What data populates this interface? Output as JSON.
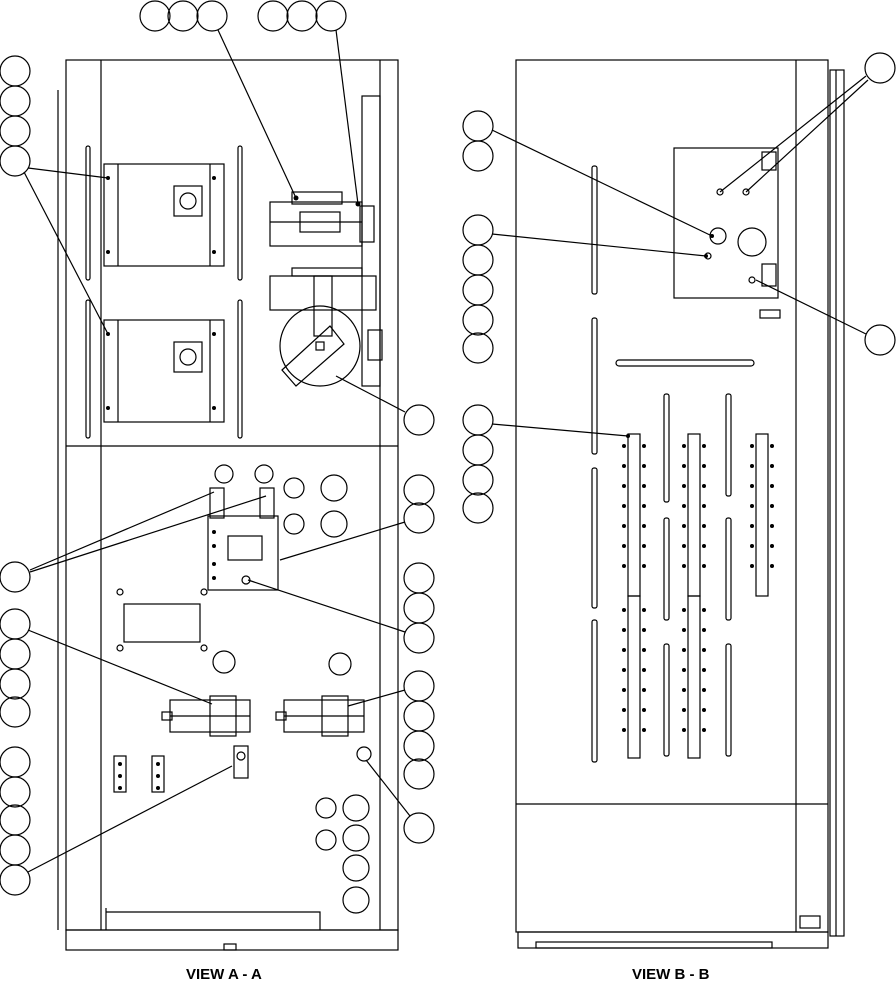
{
  "views": [
    {
      "id": "a",
      "label": "VIEW A - A"
    },
    {
      "id": "b",
      "label": "VIEW B - B"
    }
  ],
  "colors": {
    "line": "#000000",
    "background": "#ffffff"
  }
}
